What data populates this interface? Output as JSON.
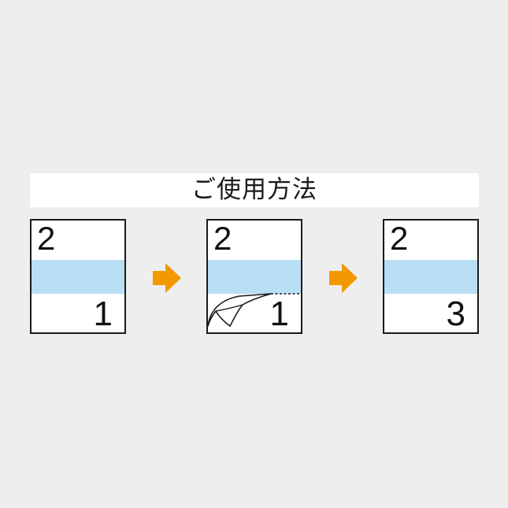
{
  "title": "ご使用方法",
  "colors": {
    "background": "#eeeeee",
    "band": "#b9dff5",
    "arrow": "#f39800",
    "border": "#1a1a1a"
  },
  "steps": [
    {
      "top_number": "2",
      "bottom_number": "1"
    },
    {
      "top_number": "2",
      "bottom_number": "1"
    },
    {
      "top_number": "2",
      "bottom_number": "3"
    }
  ],
  "icons": {
    "arrow": "arrow-right-icon",
    "peel": "peel-corner-icon"
  }
}
